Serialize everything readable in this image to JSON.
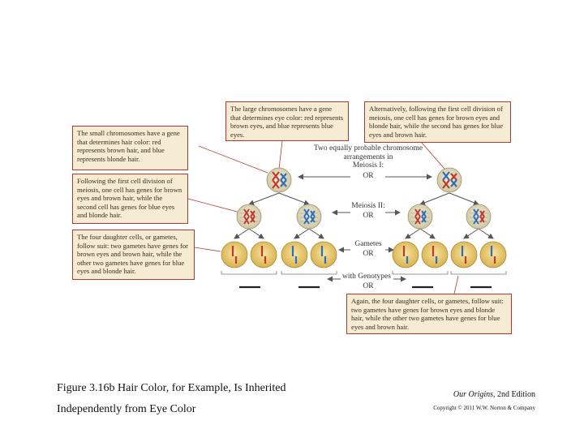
{
  "callouts": {
    "small_chromosomes": "The small chromosomes have a gene that determines hair color: red represents brown hair, and blue represents blonde hair.",
    "large_chromosomes": "The large chromosomes have a gene that determines eye color: red represents brown eyes, and blue represents blue eyes.",
    "first_division_left": "Following the first cell division of meiosis, one cell has genes for brown eyes and brown hair, while the second cell has genes for blue eyes and blonde hair.",
    "first_division_right": "Alternatively, following the first cell division of meiosis, one cell has genes for brown eyes and blonde hair, while the second has genes for blue eyes and brown hair.",
    "daughter_left": "The four daughter cells, or gametes, follow suit: two gametes have genes for brown eyes and brown hair, while the other two gametes have genes for blue eyes and blonde hair.",
    "daughter_right": "Again, the four daughter cells, or gametes, follow suit: two gametes have genes for brown eyes and blonde hair, while the other two gametes have genes for blue eyes and brown hair."
  },
  "labels": {
    "two_arrangements": "Two equally probable chromosome arrangements in",
    "meiosis_1": "Meiosis I:",
    "meiosis_2": "Meiosis II:",
    "gametes": "Gametes",
    "genotypes": "with Genotypes",
    "or": "OR"
  },
  "colors": {
    "brown_gene": "#c0392b",
    "blue_gene": "#2e6fb7",
    "cell_fill": "#e9e4c8",
    "gamete_fill": "#efd27a",
    "callout_fill": "#f6ecd4",
    "callout_border": "#b5382c"
  },
  "caption": {
    "line1": "Figure 3.16b Hair Color, for Example, Is Inherited",
    "line2": "Independently from Eye Color"
  },
  "book": {
    "title": "Our Origins",
    "edition": ", 2nd Edition",
    "copyright": "Copyright © 2011 W.W. Norton & Company"
  }
}
